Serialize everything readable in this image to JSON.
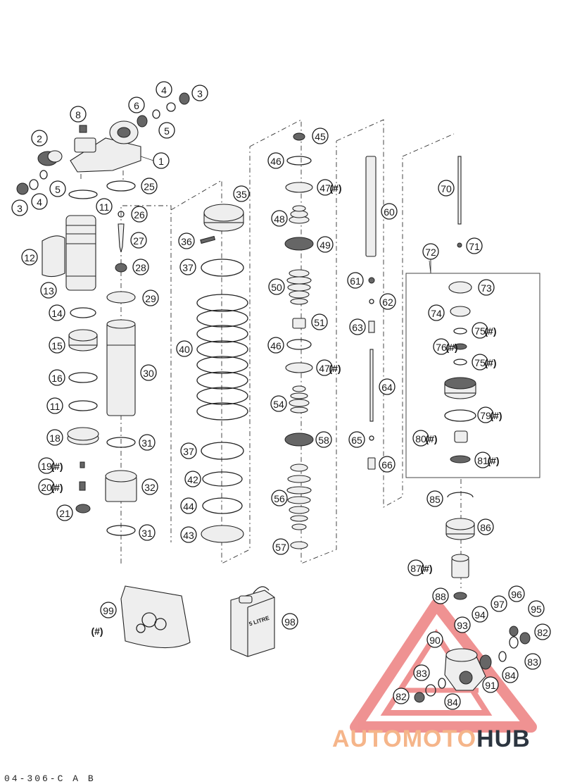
{
  "callouts": [
    {
      "n": "1"
    },
    {
      "n": "2"
    },
    {
      "n": "3"
    },
    {
      "n": "3"
    },
    {
      "n": "4"
    },
    {
      "n": "4"
    },
    {
      "n": "5"
    },
    {
      "n": "5"
    },
    {
      "n": "6"
    },
    {
      "n": "8"
    },
    {
      "n": "11"
    },
    {
      "n": "11"
    },
    {
      "n": "12"
    },
    {
      "n": "13"
    },
    {
      "n": "14"
    },
    {
      "n": "15"
    },
    {
      "n": "16"
    },
    {
      "n": "18"
    },
    {
      "n": "19",
      "hash": "(#)"
    },
    {
      "n": "20",
      "hash": "(#)"
    },
    {
      "n": "21"
    },
    {
      "n": "25"
    },
    {
      "n": "26"
    },
    {
      "n": "27"
    },
    {
      "n": "28"
    },
    {
      "n": "29"
    },
    {
      "n": "30"
    },
    {
      "n": "31"
    },
    {
      "n": "31"
    },
    {
      "n": "32"
    },
    {
      "n": "35"
    },
    {
      "n": "36"
    },
    {
      "n": "37"
    },
    {
      "n": "37"
    },
    {
      "n": "40"
    },
    {
      "n": "42"
    },
    {
      "n": "43"
    },
    {
      "n": "44"
    },
    {
      "n": "45"
    },
    {
      "n": "46"
    },
    {
      "n": "46"
    },
    {
      "n": "47",
      "hash": "(#)"
    },
    {
      "n": "47",
      "hash": "(#)"
    },
    {
      "n": "48"
    },
    {
      "n": "49"
    },
    {
      "n": "50"
    },
    {
      "n": "51"
    },
    {
      "n": "54"
    },
    {
      "n": "56"
    },
    {
      "n": "57"
    },
    {
      "n": "58"
    },
    {
      "n": "60"
    },
    {
      "n": "61"
    },
    {
      "n": "62"
    },
    {
      "n": "63"
    },
    {
      "n": "64"
    },
    {
      "n": "65"
    },
    {
      "n": "66"
    },
    {
      "n": "70"
    },
    {
      "n": "71"
    },
    {
      "n": "72"
    },
    {
      "n": "73"
    },
    {
      "n": "74"
    },
    {
      "n": "75",
      "hash": "(#)"
    },
    {
      "n": "75",
      "hash": "(#)"
    },
    {
      "n": "76",
      "hash": "(#)"
    },
    {
      "n": "79",
      "hash": "(#)"
    },
    {
      "n": "80",
      "hash": "(#)"
    },
    {
      "n": "81",
      "hash": "(#)"
    },
    {
      "n": "82"
    },
    {
      "n": "82"
    },
    {
      "n": "83"
    },
    {
      "n": "83"
    },
    {
      "n": "84"
    },
    {
      "n": "84"
    },
    {
      "n": "85"
    },
    {
      "n": "86"
    },
    {
      "n": "87",
      "hash": "(#)"
    },
    {
      "n": "88"
    },
    {
      "n": "90"
    },
    {
      "n": "91"
    },
    {
      "n": "93"
    },
    {
      "n": "94"
    },
    {
      "n": "95"
    },
    {
      "n": "96"
    },
    {
      "n": "97"
    },
    {
      "n": "98"
    },
    {
      "n": "99",
      "hash": "(#)"
    }
  ],
  "oil_can": {
    "label": "5 LITRE"
  },
  "watermark": {
    "part1": "AUTOMOTO",
    "part2": "HUB"
  },
  "doc_number": "04-306-C A B",
  "colors": {
    "watermark_red": "#e23a3a",
    "watermark_orange": "#f5b58a",
    "watermark_dark": "#2c3540",
    "line": "#222222"
  }
}
